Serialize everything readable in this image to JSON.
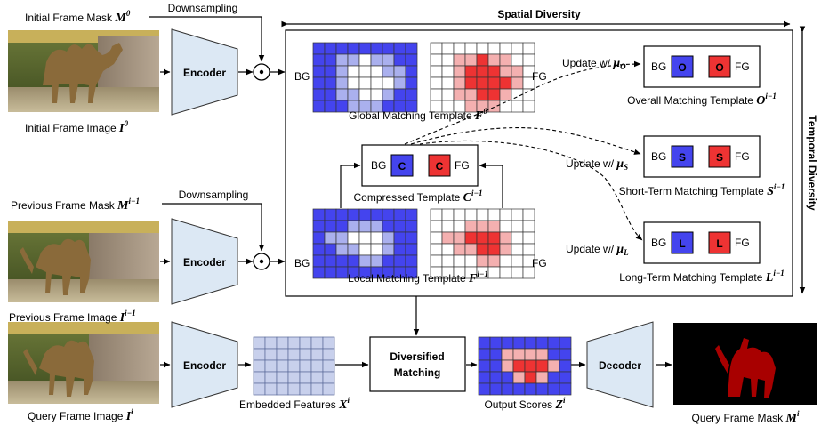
{
  "colors": {
    "bg_blue": "#4444ee",
    "bg_light": "#aab0ee",
    "fg_red": "#ee3333",
    "fg_pink": "#f4b0b0",
    "encoder_fill": "#dce8f4",
    "embed_fill": "#c8d0ec",
    "mask_red": "#a80000"
  },
  "inputs": {
    "initial_mask": {
      "text": "Initial Frame Mask ",
      "sym": "M",
      "sup": "0"
    },
    "initial_image": {
      "text": "Initial Frame Image ",
      "sym": "I",
      "sup": "0"
    },
    "previous_mask": {
      "text": "Previous Frame Mask ",
      "sym": "M",
      "sup": "i−1"
    },
    "previous_image": {
      "text": "Previous Frame Image ",
      "sym": "I",
      "sup": "i−1"
    },
    "query_image": {
      "text": "Query Frame Image ",
      "sym": "I",
      "sup": "i"
    }
  },
  "downsampling_label": "Downsampling",
  "encoder_label": "Encoder",
  "decoder_label": "Decoder",
  "spatial_diversity": "Spatial Diversity",
  "temporal_diversity": "Temporal Diversity",
  "bg_label": "BG",
  "fg_label": "FG",
  "templates": {
    "global": {
      "text": "Global Matching Template ",
      "sym": "F",
      "sup": "0"
    },
    "local": {
      "text": "Local Matching Template ",
      "sym": "F",
      "sup": "i−1"
    },
    "compressed": {
      "text": "Compressed Template ",
      "sym": "C",
      "sup": "i−1",
      "letter": "C"
    },
    "overall": {
      "text": "Overall Matching Template ",
      "sym": "O",
      "sup": "i−1",
      "letter": "O"
    },
    "short_term": {
      "text": "Short-Term Matching Template ",
      "sym": "S",
      "sup": "i−1",
      "letter": "S"
    },
    "long_term": {
      "text": "Long-Term Matching Template ",
      "sym": "L",
      "sup": "i−1",
      "letter": "L"
    }
  },
  "updates": {
    "overall": {
      "text": "Update w/ ",
      "sym": "μ",
      "sub": "O"
    },
    "short_term": {
      "text": "Update w/ ",
      "sym": "μ",
      "sub": "S"
    },
    "long_term": {
      "text": "Update w/ ",
      "sym": "μ",
      "sub": "L"
    }
  },
  "matching_label": [
    "Diversified",
    "Matching"
  ],
  "embedded_features": {
    "text": "Embedded Features ",
    "sym": "X",
    "sup": "i"
  },
  "output_scores": {
    "text": "Output Scores ",
    "sym": "Z",
    "sup": "i"
  },
  "query_mask": {
    "text": "Query Frame Mask ",
    "sym": "M",
    "sup": "i"
  }
}
